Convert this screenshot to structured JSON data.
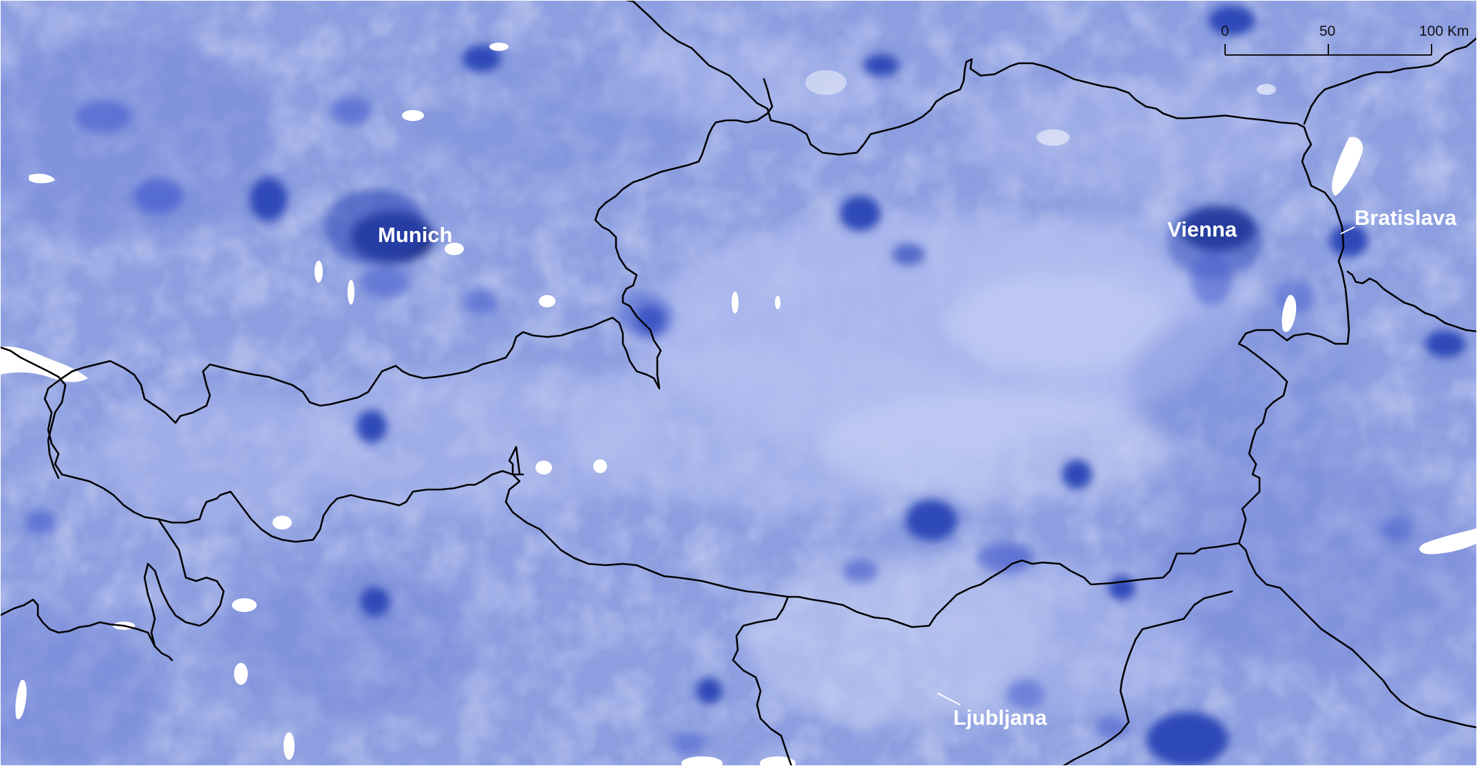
{
  "map": {
    "colors": {
      "base": "#8d9ee0",
      "light": "#b3bff0",
      "lighter": "#c9d2f4",
      "mid": "#7083d8",
      "dark": "#4b62cf",
      "darker": "#2f4ab8",
      "darkest": "#1a2f86",
      "water": "#ffffff",
      "border": "#000000"
    },
    "cities": [
      {
        "name": "Munich"
      },
      {
        "name": "Vienna"
      },
      {
        "name": "Bratislava"
      },
      {
        "name": "Ljubljana"
      }
    ]
  },
  "scale_bar": {
    "ticks": [
      "0",
      "50",
      "100 Km"
    ]
  }
}
